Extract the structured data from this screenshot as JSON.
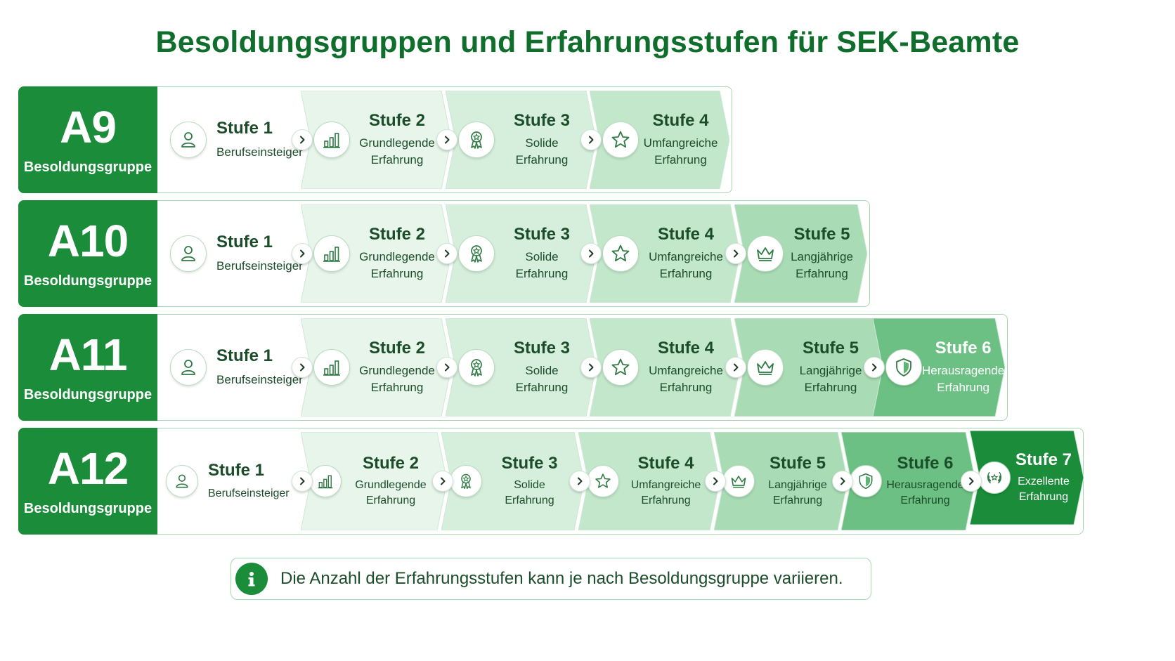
{
  "title": "Besoldungsgruppen und Erfahrungsstufen für SEK-Beamte",
  "colors": {
    "grade_box": "#1a8c3a",
    "title": "#0f6e2b",
    "stage_fills": [
      "#ffffff",
      "#e7f5ea",
      "#d6efdc",
      "#c3e7cb",
      "#a9dcb5",
      "#6cc083",
      "#1a8c3a"
    ]
  },
  "grades": [
    {
      "code": "A9",
      "label": "Besoldungsgruppe",
      "stages": [
        {
          "title": "Stufe 1",
          "desc1": "Berufseinsteiger",
          "desc2": "",
          "icon": "person-icon"
        },
        {
          "title": "Stufe 2",
          "desc1": "Grundlegende",
          "desc2": "Erfahrung",
          "icon": "bar-chart-icon"
        },
        {
          "title": "Stufe 3",
          "desc1": "Solide",
          "desc2": "Erfahrung",
          "icon": "medal-icon"
        },
        {
          "title": "Stufe 4",
          "desc1": "Umfangreiche",
          "desc2": "Erfahrung",
          "icon": "star-icon"
        }
      ]
    },
    {
      "code": "A10",
      "label": "Besoldungsgruppe",
      "stages": [
        {
          "title": "Stufe 1",
          "desc1": "Berufseinsteiger",
          "desc2": "",
          "icon": "person-icon"
        },
        {
          "title": "Stufe 2",
          "desc1": "Grundlegende",
          "desc2": "Erfahrung",
          "icon": "bar-chart-icon"
        },
        {
          "title": "Stufe 3",
          "desc1": "Solide",
          "desc2": "Erfahrung",
          "icon": "medal-icon"
        },
        {
          "title": "Stufe 4",
          "desc1": "Umfangreiche",
          "desc2": "Erfahrung",
          "icon": "star-icon"
        },
        {
          "title": "Stufe 5",
          "desc1": "Langjährige",
          "desc2": "Erfahrung",
          "icon": "crown-icon"
        }
      ]
    },
    {
      "code": "A11",
      "label": "Besoldungsgruppe",
      "stages": [
        {
          "title": "Stufe 1",
          "desc1": "Berufseinsteiger",
          "desc2": "",
          "icon": "person-icon"
        },
        {
          "title": "Stufe 2",
          "desc1": "Grundlegende",
          "desc2": "Erfahrung",
          "icon": "bar-chart-icon"
        },
        {
          "title": "Stufe 3",
          "desc1": "Solide",
          "desc2": "Erfahrung",
          "icon": "medal-icon"
        },
        {
          "title": "Stufe 4",
          "desc1": "Umfangreiche",
          "desc2": "Erfahrung",
          "icon": "star-icon"
        },
        {
          "title": "Stufe 5",
          "desc1": "Langjährige",
          "desc2": "Erfahrung",
          "icon": "crown-icon"
        },
        {
          "title": "Stufe 6",
          "desc1": "Herausragende",
          "desc2": "Erfahrung",
          "icon": "shield-icon"
        }
      ]
    },
    {
      "code": "A12",
      "label": "Besoldungsgruppe",
      "stages": [
        {
          "title": "Stufe 1",
          "desc1": "Berufseinsteiger",
          "desc2": "",
          "icon": "person-icon"
        },
        {
          "title": "Stufe 2",
          "desc1": "Grundlegende",
          "desc2": "Erfahrung",
          "icon": "bar-chart-icon"
        },
        {
          "title": "Stufe 3",
          "desc1": "Solide",
          "desc2": "Erfahrung",
          "icon": "medal-icon"
        },
        {
          "title": "Stufe 4",
          "desc1": "Umfangreiche",
          "desc2": "Erfahrung",
          "icon": "star-icon"
        },
        {
          "title": "Stufe 5",
          "desc1": "Langjährige",
          "desc2": "Erfahrung",
          "icon": "crown-icon"
        },
        {
          "title": "Stufe 6",
          "desc1": "Herausragende",
          "desc2": "Erfahrung",
          "icon": "shield-icon"
        },
        {
          "title": "Stufe 7",
          "desc1": "Exzellente",
          "desc2": "Erfahrung",
          "icon": "laurel-icon"
        }
      ]
    }
  ],
  "note": {
    "icon": "info-icon",
    "text": "Die Anzahl der Erfahrungsstufen kann je nach Besoldungsgruppe variieren."
  }
}
